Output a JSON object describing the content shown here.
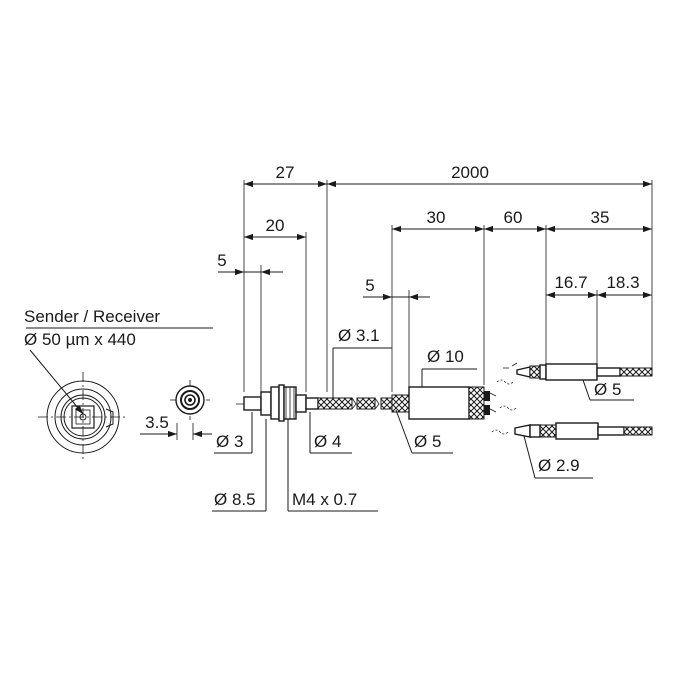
{
  "dimensions": {
    "d27": "27",
    "d2000": "2000",
    "d20": "20",
    "d30": "30",
    "d60": "60",
    "d35": "35",
    "d5a": "5",
    "d5b": "5",
    "d16_7": "16.7",
    "d18_3": "18.3",
    "d3_5": "3.5"
  },
  "labels": {
    "sender_receiver": "Sender / Receiver",
    "fiber": "Ø 50 µm x 440",
    "dia3_1": "Ø 3.1",
    "dia10": "Ø 10",
    "dia3": "Ø 3",
    "dia4": "Ø 4",
    "dia5_mid": "Ø 5",
    "dia5_right": "Ø 5",
    "dia2_9": "Ø 2.9",
    "dia8_5": "Ø 8.5",
    "m4": "M4 x 0.7"
  }
}
